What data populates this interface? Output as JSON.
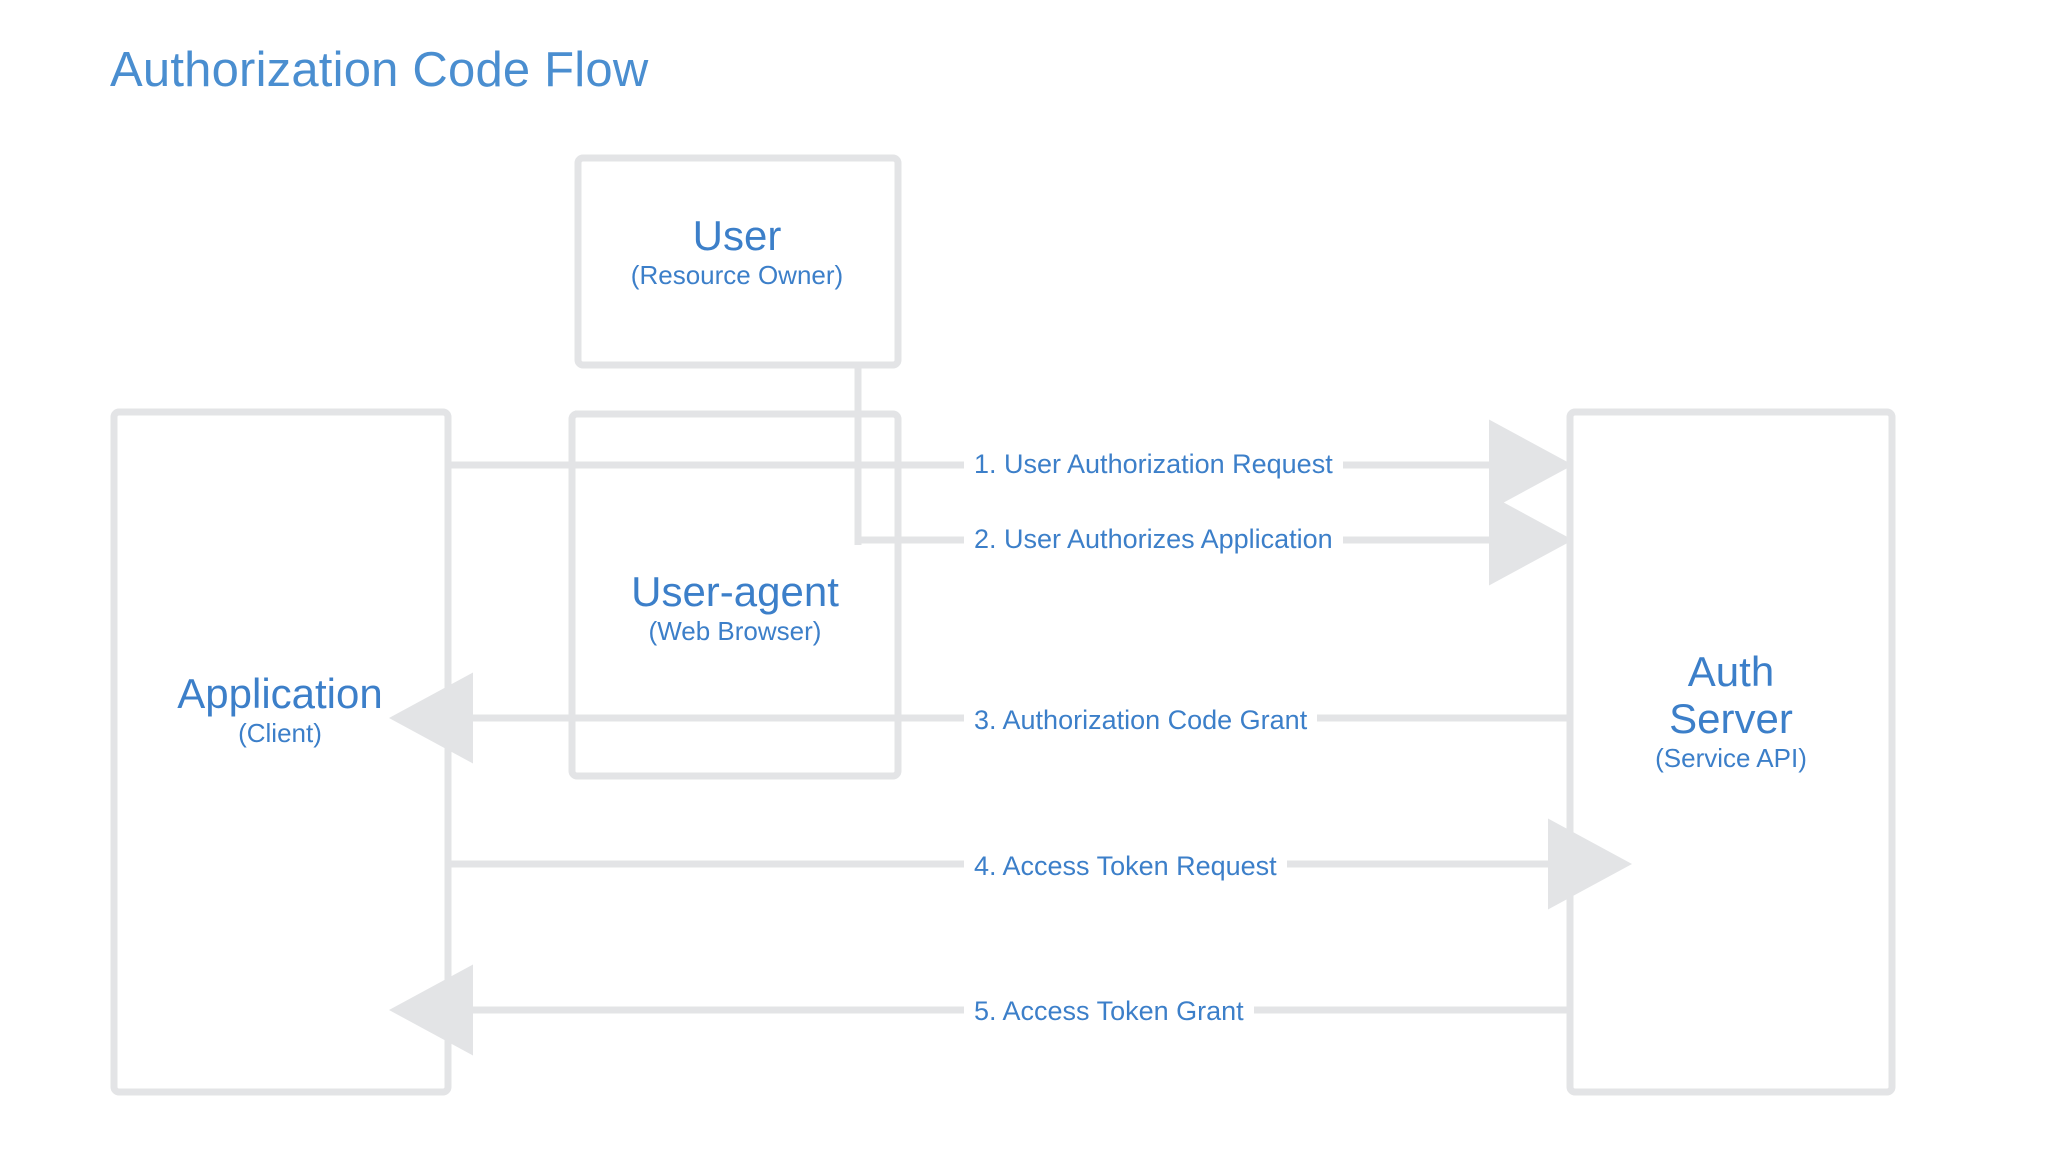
{
  "page": {
    "title": "Authorization Code Flow",
    "background_color": "#ffffff",
    "accent_color": "#4a8ed0",
    "line_color": "#e3e4e6"
  },
  "nodes": {
    "user": {
      "title": "User",
      "subtitle": "(Resource Owner)"
    },
    "user_agent": {
      "title": "User-agent",
      "subtitle": "(Web Browser)"
    },
    "application": {
      "title": "Application",
      "subtitle": "(Client)"
    },
    "auth_server": {
      "title_line1": "Auth",
      "title_line2": "Server",
      "subtitle": "(Service API)"
    }
  },
  "flows": [
    {
      "step": "1",
      "label": "1. User Authorization Request",
      "direction": "right"
    },
    {
      "step": "2",
      "label": "2. User Authorizes Application",
      "direction": "right"
    },
    {
      "step": "3",
      "label": "3. Authorization Code Grant",
      "direction": "left"
    },
    {
      "step": "4",
      "label": "4. Access Token Request",
      "direction": "right"
    },
    {
      "step": "5",
      "label": "5. Access Token Grant",
      "direction": "left"
    }
  ]
}
